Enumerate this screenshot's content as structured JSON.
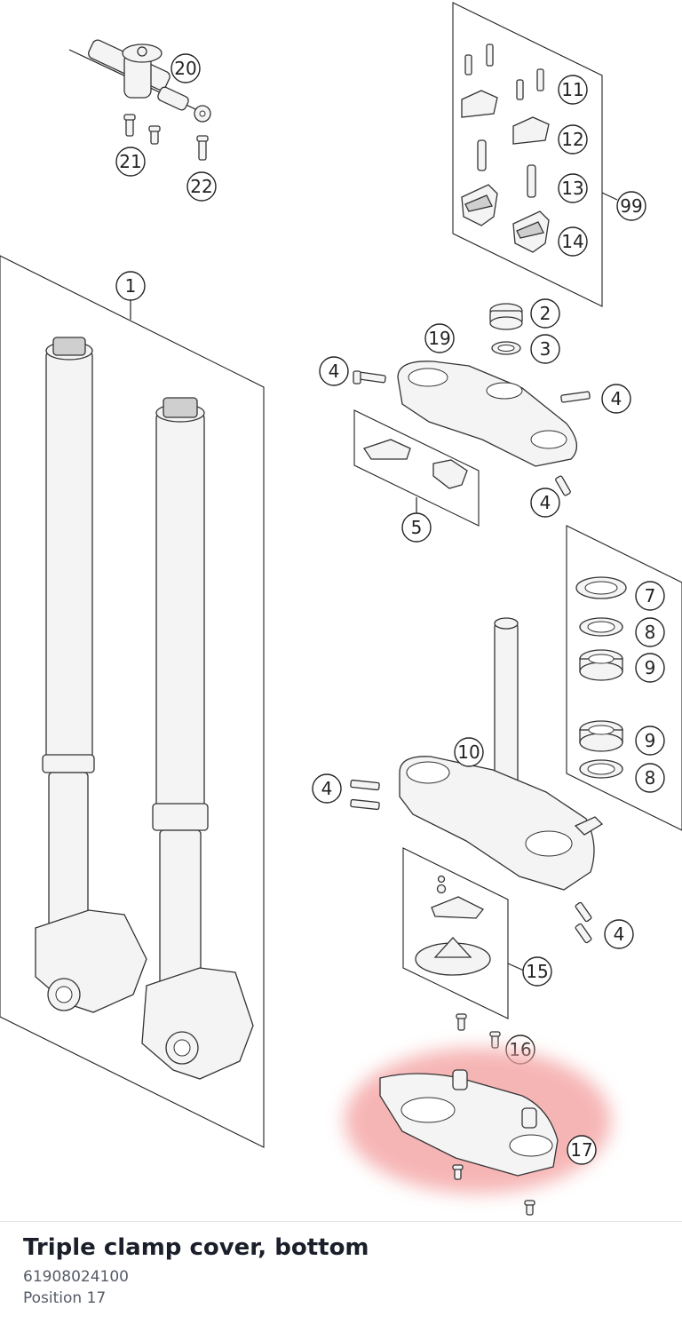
{
  "callouts": {
    "c20": "20",
    "c21": "21",
    "c22": "22",
    "c11": "11",
    "c12": "12",
    "c13": "13",
    "c14": "14",
    "c99": "99",
    "c1": "1",
    "c2": "2",
    "c3": "3",
    "c19": "19",
    "c4a": "4",
    "c4b": "4",
    "c4c": "4",
    "c4d": "4",
    "c4e": "4",
    "c5": "5",
    "c7": "7",
    "c8a": "8",
    "c9a": "9",
    "c9b": "9",
    "c8b": "8",
    "c10": "10",
    "c15": "15",
    "c16": "16",
    "c17": "17"
  },
  "selection": {
    "name": "Triple clamp cover, bottom",
    "part_number": "61908024100",
    "position_label": "Position 17",
    "highlight_color": "#f4a3a3"
  }
}
